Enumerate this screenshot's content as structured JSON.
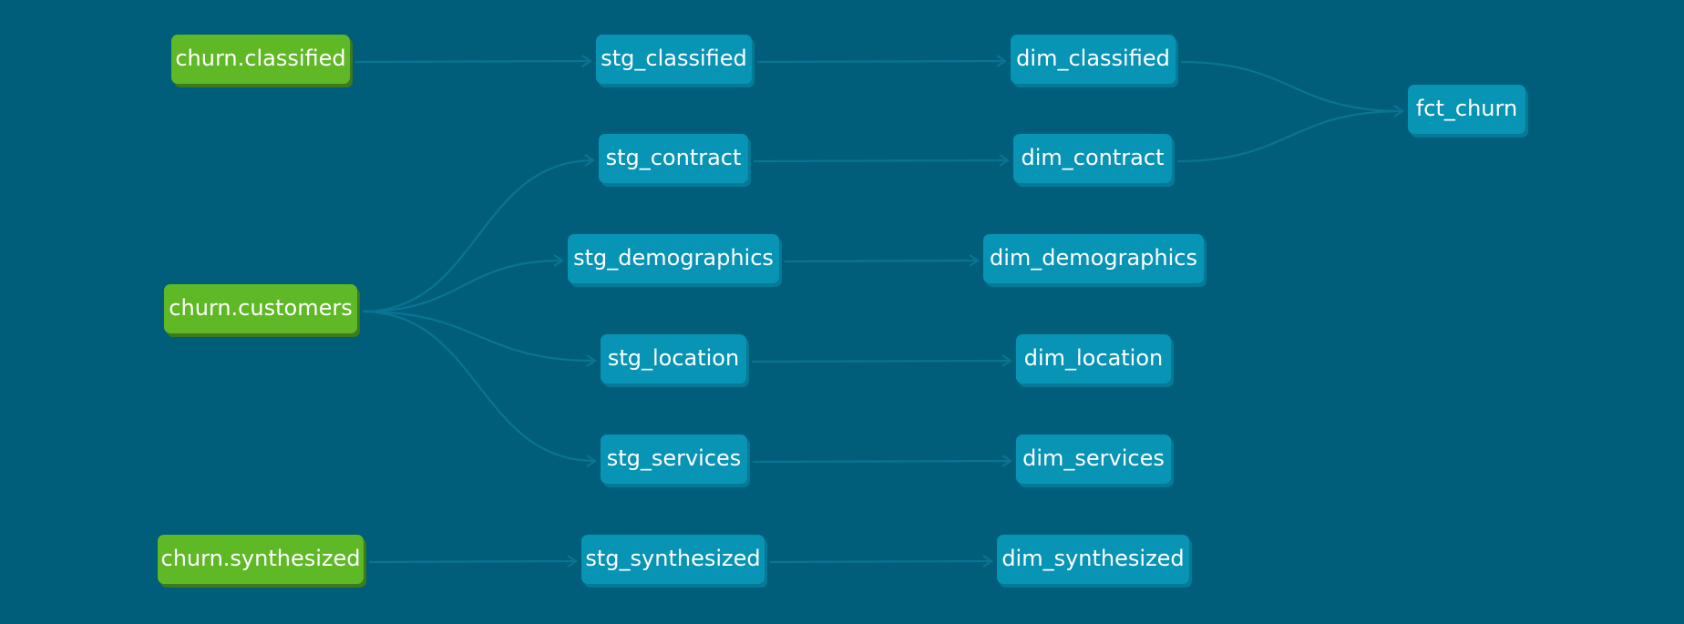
{
  "colors": {
    "background": "#005e7a",
    "source_node": "#5fb825",
    "model_node": "#0894b5",
    "edge": "#0a7593",
    "text": "#ffffff"
  },
  "nodes": {
    "src_classified": {
      "label": "churn.classified",
      "kind": "source"
    },
    "src_customers": {
      "label": "churn.customers",
      "kind": "source"
    },
    "src_synthesized": {
      "label": "churn.synthesized",
      "kind": "source"
    },
    "stg_classified": {
      "label": "stg_classified",
      "kind": "model"
    },
    "stg_contract": {
      "label": "stg_contract",
      "kind": "model"
    },
    "stg_demographics": {
      "label": "stg_demographics",
      "kind": "model"
    },
    "stg_location": {
      "label": "stg_location",
      "kind": "model"
    },
    "stg_services": {
      "label": "stg_services",
      "kind": "model"
    },
    "stg_synthesized": {
      "label": "stg_synthesized",
      "kind": "model"
    },
    "dim_classified": {
      "label": "dim_classified",
      "kind": "model"
    },
    "dim_contract": {
      "label": "dim_contract",
      "kind": "model"
    },
    "dim_demographics": {
      "label": "dim_demographics",
      "kind": "model"
    },
    "dim_location": {
      "label": "dim_location",
      "kind": "model"
    },
    "dim_services": {
      "label": "dim_services",
      "kind": "model"
    },
    "dim_synthesized": {
      "label": "dim_synthesized",
      "kind": "model"
    },
    "fct_churn": {
      "label": "fct_churn",
      "kind": "model"
    }
  },
  "edges": [
    [
      "src_classified",
      "stg_classified"
    ],
    [
      "src_customers",
      "stg_contract"
    ],
    [
      "src_customers",
      "stg_demographics"
    ],
    [
      "src_customers",
      "stg_location"
    ],
    [
      "src_customers",
      "stg_services"
    ],
    [
      "src_synthesized",
      "stg_synthesized"
    ],
    [
      "stg_classified",
      "dim_classified"
    ],
    [
      "stg_contract",
      "dim_contract"
    ],
    [
      "stg_demographics",
      "dim_demographics"
    ],
    [
      "stg_location",
      "dim_location"
    ],
    [
      "stg_services",
      "dim_services"
    ],
    [
      "stg_synthesized",
      "dim_synthesized"
    ],
    [
      "dim_classified",
      "fct_churn"
    ],
    [
      "dim_contract",
      "fct_churn"
    ]
  ]
}
